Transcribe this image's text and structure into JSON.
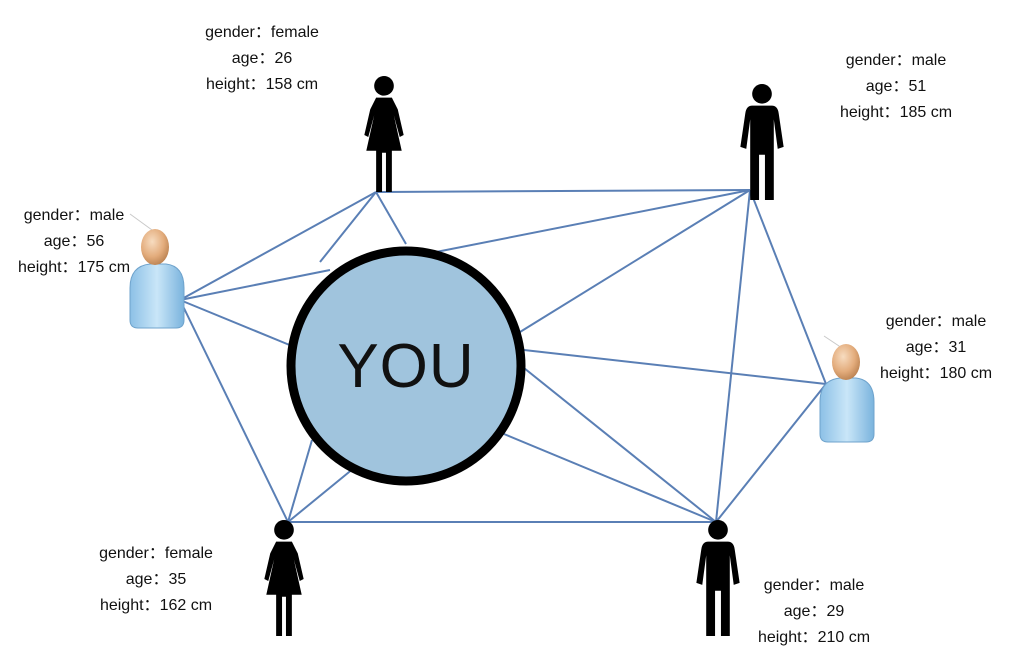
{
  "center": {
    "label": "YOU"
  },
  "colors": {
    "edge": "#5a7fb5",
    "center_fill": "#a0c4dd",
    "center_stroke": "#000000",
    "silhouette": "#000000",
    "user_body": "#a9d3ef",
    "user_head": "#e9b98c"
  },
  "people": [
    {
      "icon": "female-silhouette-icon",
      "gender_label": "gender",
      "gender": "female",
      "age_label": "age",
      "age": "26",
      "height_label": "height",
      "height": "158 cm"
    },
    {
      "icon": "male-silhouette-icon",
      "gender_label": "gender",
      "gender": "male",
      "age_label": "age",
      "age": "51",
      "height_label": "height",
      "height": "185 cm"
    },
    {
      "icon": "user-avatar-icon",
      "gender_label": "gender",
      "gender": "male",
      "age_label": "age",
      "age": "56",
      "height_label": "height",
      "height": "175 cm"
    },
    {
      "icon": "user-avatar-icon",
      "gender_label": "gender",
      "gender": "male",
      "age_label": "age",
      "age": "31",
      "height_label": "height",
      "height": "180 cm"
    },
    {
      "icon": "female-silhouette-icon",
      "gender_label": "gender",
      "gender": "female",
      "age_label": "age",
      "age": "35",
      "height_label": "height",
      "height": "162 cm"
    },
    {
      "icon": "male-silhouette-icon",
      "gender_label": "gender",
      "gender": "male",
      "age_label": "age",
      "age": "29",
      "height_label": "height",
      "height": "210 cm"
    }
  ]
}
